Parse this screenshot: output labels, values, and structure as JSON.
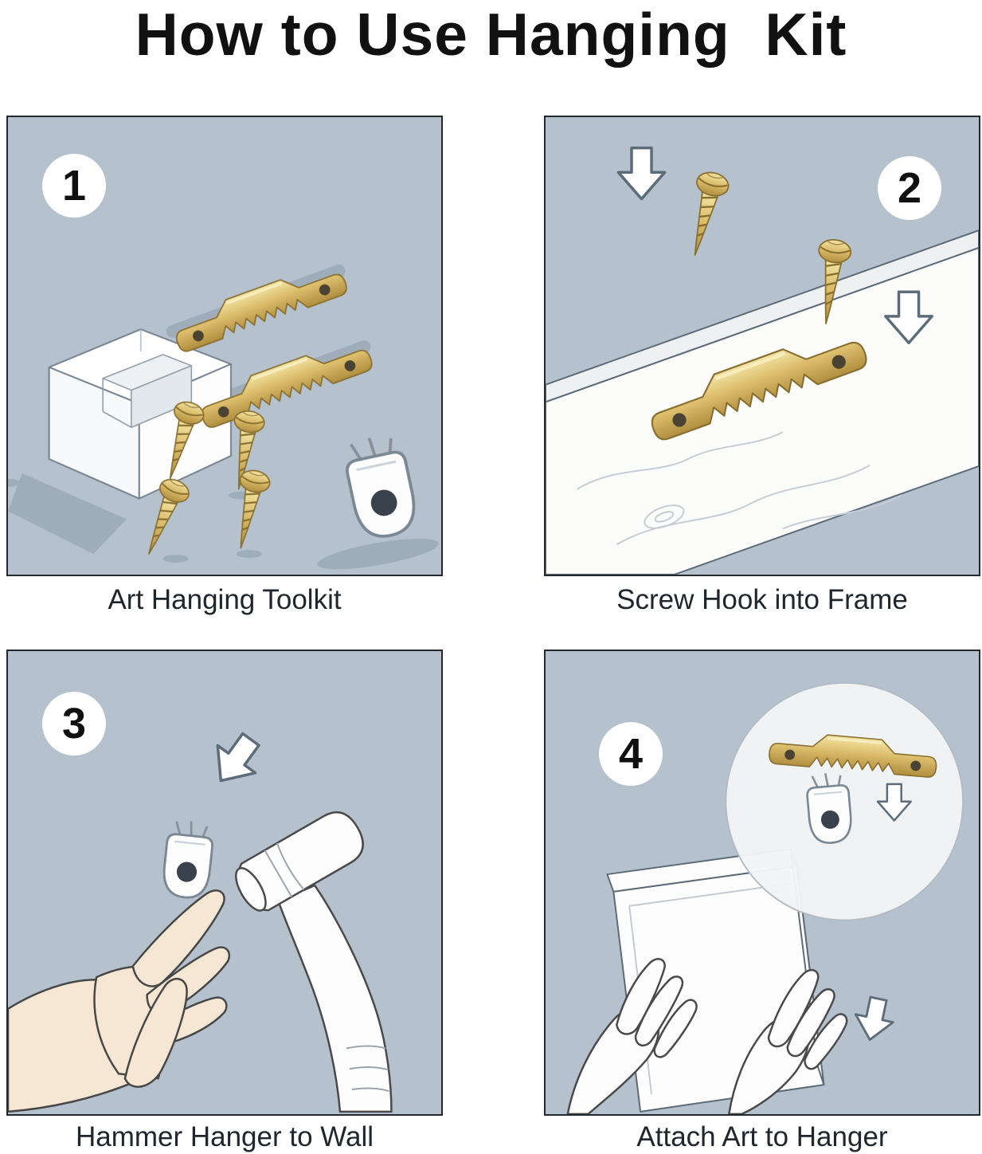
{
  "title": "How to Use Hanging  Kit",
  "panels": [
    {
      "number": "1",
      "caption": "Art Hanging Toolkit"
    },
    {
      "number": "2",
      "caption": "Screw Hook into Frame"
    },
    {
      "number": "3",
      "caption": "Hammer Hanger to Wall"
    },
    {
      "number": "4",
      "caption": "Attach Art to Hanger"
    }
  ],
  "colors": {
    "page_bg": "#ffffff",
    "panel_bg": "#b5c1cd",
    "panel_border": "#23292f",
    "title_color": "#111111",
    "caption_color": "#20262d",
    "brass_light": "#f4e6a6",
    "brass_mid": "#dcbe6d",
    "brass_dark": "#b08e3e",
    "object_outline": "#5d6b78",
    "white_object": "#fdfdfd",
    "skin": "#f5e7d3",
    "shadow": "#8494a5"
  }
}
